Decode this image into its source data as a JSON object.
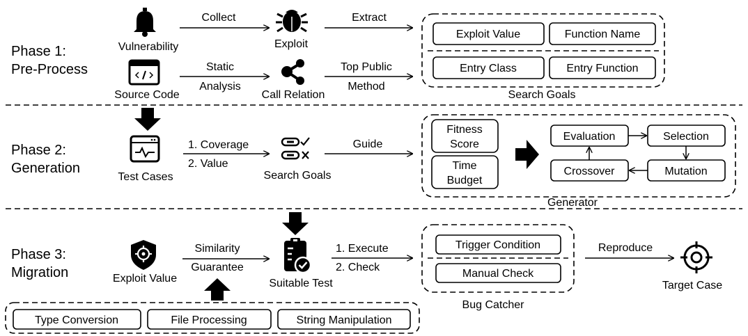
{
  "phases": {
    "p1_line1": "Phase 1:",
    "p1_line2": "Pre-Process",
    "p2_line1": "Phase 2:",
    "p2_line2": "Generation",
    "p3_line1": "Phase 3:",
    "p3_line2": "Migration"
  },
  "phase1": {
    "vulnerability": "Vulnerability",
    "source_code": "Source Code",
    "collect": "Collect",
    "static": "Static",
    "analysis": "Analysis",
    "exploit": "Exploit",
    "call_relation": "Call Relation",
    "extract": "Extract",
    "top_public": "Top Public",
    "method": "Method",
    "goals": [
      "Exploit Value",
      "Function Name",
      "Entry Class",
      "Entry Function"
    ],
    "search_goals_caption": "Search Goals"
  },
  "phase2": {
    "test_cases": "Test Cases",
    "coverage": "1. Coverage",
    "value": "2.    Value",
    "search_goals": "Search Goals",
    "guide": "Guide",
    "fitness_1": "Fitness",
    "fitness_2": "Score",
    "time_1": "Time",
    "time_2": "Budget",
    "evaluation": "Evaluation",
    "selection": "Selection",
    "mutation": "Mutation",
    "crossover": "Crossover",
    "generator_caption": "Generator"
  },
  "phase3": {
    "exploit_value": "Exploit Value",
    "similarity": "Similarity",
    "guarantee": "Guarantee",
    "suitable_test": "Suitable Test",
    "execute": "1. Execute",
    "check": "2.  Check",
    "trigger_condition": "Trigger Condition",
    "manual_check": "Manual Check",
    "bug_catcher_caption": "Bug Catcher",
    "reproduce": "Reproduce",
    "target_case": "Target Case",
    "guarantees": [
      "Type Conversion",
      "File Processing",
      "String Manipulation"
    ]
  },
  "icons": [
    "bell-icon",
    "bug-icon",
    "code-window-icon",
    "share-node-icon",
    "pulse-window-icon",
    "toggle-check-icon",
    "shield-target-icon",
    "clipboard-check-icon",
    "crosshair-icon"
  ]
}
